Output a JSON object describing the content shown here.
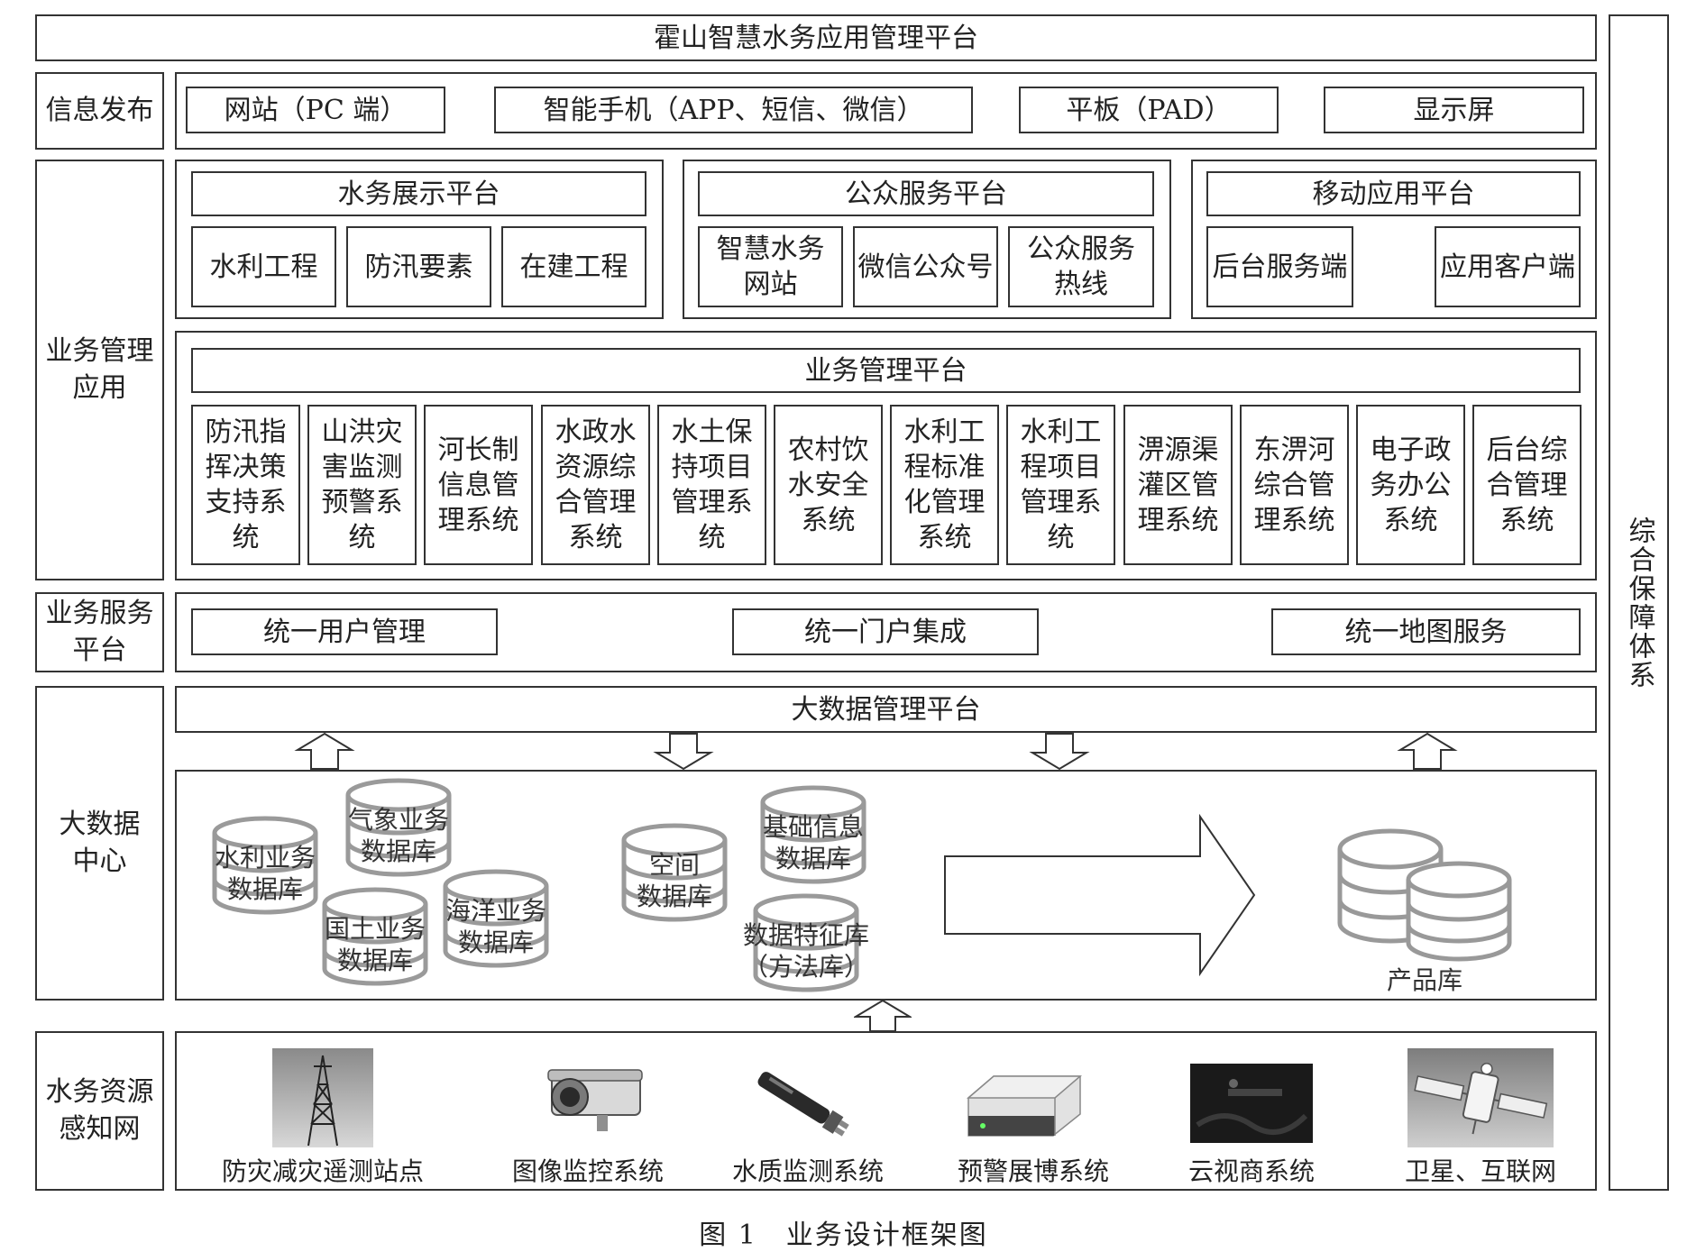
{
  "title": "霍山智慧水务应用管理平台",
  "side_label": "综合保障体系",
  "caption": "图 1　业务设计框架图",
  "layers": {
    "info_release": {
      "label": "信息发布",
      "items": [
        "网站（PC 端）",
        "智能手机（APP、短信、微信）",
        "平板（PAD）",
        "显示屏"
      ]
    },
    "business_app": {
      "label": "业务管理\n应用",
      "platforms": [
        {
          "title": "水务展示平台",
          "items": [
            "水利工程",
            "防汛要素",
            "在建工程"
          ]
        },
        {
          "title": "公众服务平台",
          "items": [
            "智慧水务\n网站",
            "微信公众号",
            "公众服务\n热线"
          ]
        },
        {
          "title": "移动应用平台",
          "items": [
            "后台服务端",
            "应用客户端"
          ]
        }
      ],
      "management": {
        "title": "业务管理平台",
        "systems": [
          "防汛指\n挥决策\n支持系\n统",
          "山洪灾\n害监测\n预警系\n统",
          "河长制\n信息管\n理系统",
          "水政水\n资源综\n合管理\n系统",
          "水土保\n持项目\n管理系\n统",
          "农村饮\n水安全\n系统",
          "水利工\n程标准\n化管理\n系统",
          "水利工\n程项目\n管理系\n统",
          "淠源渠\n灌区管\n理系统",
          "东淠河\n综合管\n理系统",
          "电子政\n务办公\n系统",
          "后台综\n合管理\n系统"
        ]
      }
    },
    "service_platform": {
      "label": "业务服务\n平台",
      "items": [
        "统一用户管理",
        "统一门户集成",
        "统一地图服务"
      ]
    },
    "big_data": {
      "label": "大数据\n中心",
      "platform": "大数据管理平台",
      "databases": [
        "水利业务\n数据库",
        "气象业务\n数据库",
        "国土业务\n数据库",
        "海洋业务\n数据库",
        "空间\n数据库",
        "基础信息\n数据库",
        "数据特征库\n（方法库）"
      ],
      "product": "产品库"
    },
    "sensing": {
      "label": "水务资源\n感知网",
      "items": [
        {
          "label": "防灾减灾遥测站点",
          "icon": "tower-icon"
        },
        {
          "label": "图像监控系统",
          "icon": "camera-icon"
        },
        {
          "label": "水质监测系统",
          "icon": "probe-icon"
        },
        {
          "label": "预警展博系统",
          "icon": "device-box-icon"
        },
        {
          "label": "云视商系统",
          "icon": "cloud-panel-icon"
        },
        {
          "label": "卫星、互联网",
          "icon": "satellite-icon"
        }
      ]
    }
  }
}
